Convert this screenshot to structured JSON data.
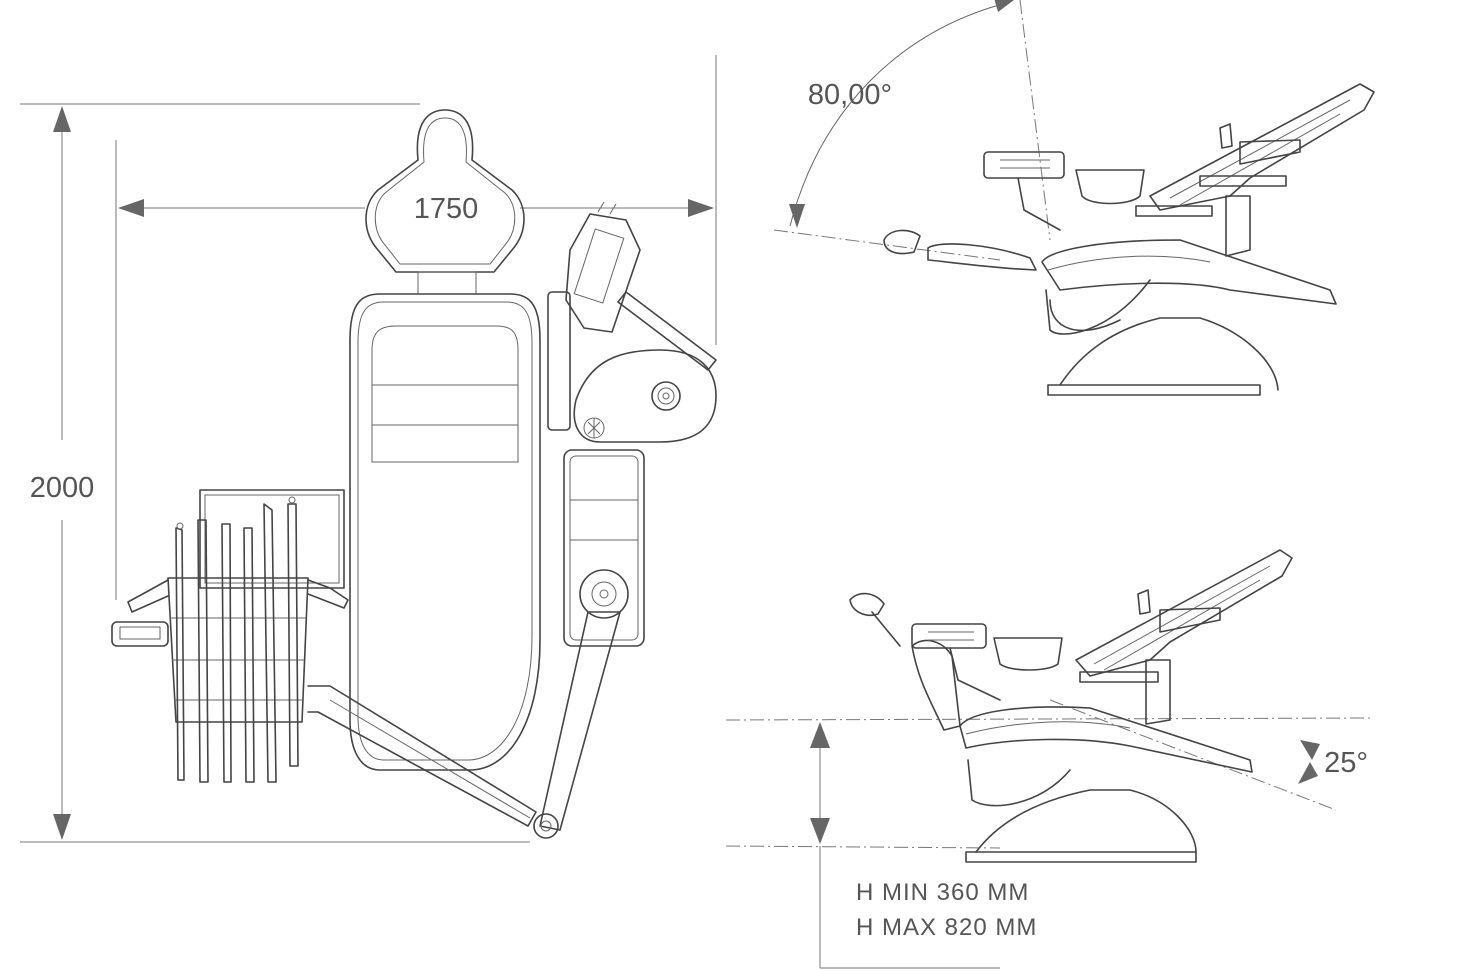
{
  "dimensions": {
    "width_label": "1750",
    "height_label": "2000",
    "recline_angle_label": "80,00°",
    "tilt_angle_label": "25°",
    "h_min_label": "H MIN 360 MM",
    "h_max_label": "H MAX 820 MM"
  },
  "colors": {
    "line": "#444444",
    "dimension": "#777777",
    "text": "#555555"
  }
}
